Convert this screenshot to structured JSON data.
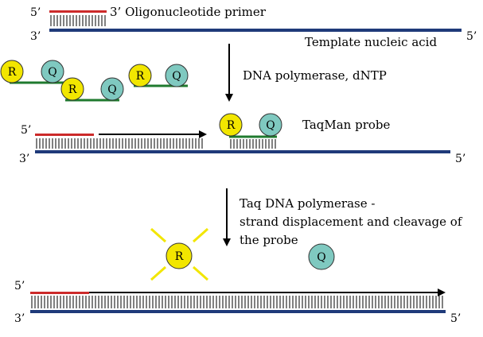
{
  "colors": {
    "template": "#1f3a7a",
    "primer": "#cc2a2a",
    "probe_linker": "#1f7a2e",
    "reporter": "#f2e600",
    "quencher": "#7fc9c0",
    "flash": "#f2e600",
    "ink": "#000000"
  },
  "step1": {
    "primer_5": "5’",
    "primer_3_label": "3’ Oligonucleotide primer",
    "template_3": "3’",
    "template_5": "5’",
    "template_label": "Template nucleic acid"
  },
  "free_probes": [
    {
      "r": "R",
      "q": "Q"
    },
    {
      "r": "R",
      "q": "Q"
    },
    {
      "r": "R",
      "q": "Q"
    }
  ],
  "arrow1_label": "DNA polymerase, dNTP",
  "step2": {
    "strand_5": "5’",
    "strand_3": "3’",
    "template_5": "5’",
    "probe_r": "R",
    "probe_q": "Q",
    "probe_label": "TaqMan probe"
  },
  "arrow2_label_lines": [
    "Taq DNA polymerase -",
    "strand displacement and cleavage of",
    "the probe"
  ],
  "step3": {
    "free_r": "R",
    "free_q": "Q",
    "strand_5": "5’",
    "strand_3": "3’",
    "template_5": "5’"
  }
}
